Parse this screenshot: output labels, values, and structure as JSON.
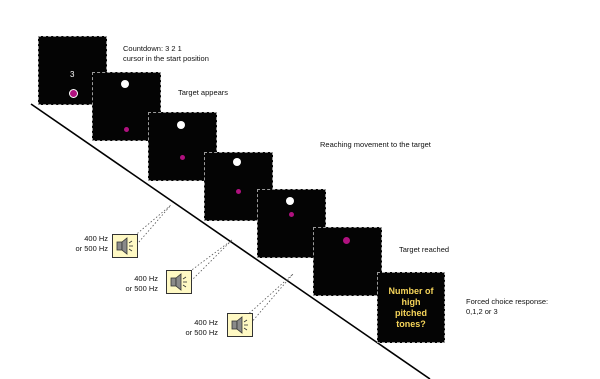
{
  "frames": [
    {
      "id": "countdown",
      "label": "Countdown: 3 2 1\ncursor in the start position",
      "count": "3"
    },
    {
      "id": "target-appears",
      "label": "Target appears"
    },
    {
      "id": "reaching-1",
      "label": ""
    },
    {
      "id": "reaching-2",
      "label": "Reaching movement to the target"
    },
    {
      "id": "reaching-3",
      "label": ""
    },
    {
      "id": "target-reached",
      "label": "Target reached"
    },
    {
      "id": "response",
      "label": "Forced choice response:\n0,1,2 or 3",
      "question": "Number of\nhigh\npitched\ntones?"
    }
  ],
  "tones": [
    {
      "text": "400 Hz\nor 500 Hz"
    },
    {
      "text": "400 Hz\nor 500 Hz"
    },
    {
      "text": "400 Hz\nor 500 Hz"
    }
  ],
  "colors": {
    "frame": "#040404",
    "cursor": "#b0117f",
    "target": "#ffffff",
    "question": "#f5d45a",
    "speaker": "#fff9c4"
  }
}
